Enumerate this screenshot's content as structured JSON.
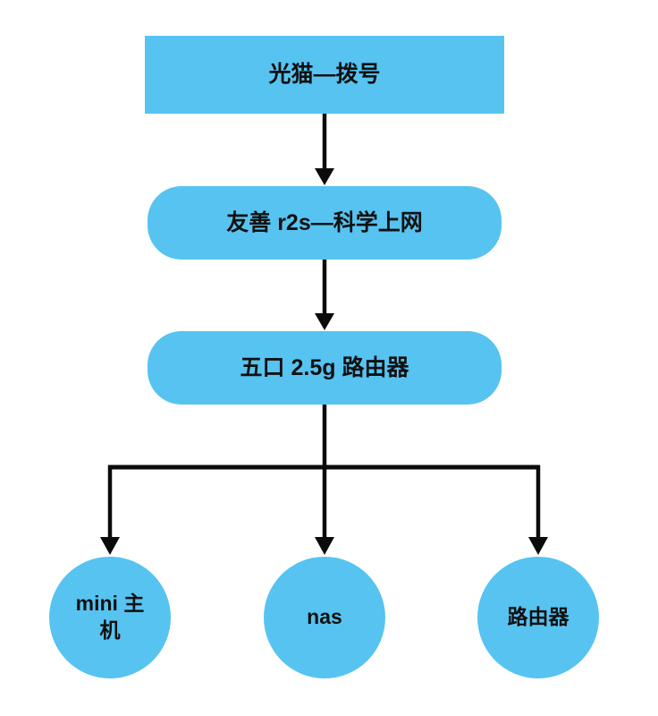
{
  "page": {
    "background": "#ffffff"
  },
  "diagram": {
    "type": "flowchart",
    "node_fill": "#57c3f1",
    "connector_color": "#0b0b0b",
    "text_color": "#111111",
    "nodes": {
      "modem": {
        "label": "光猫—拨号",
        "shape": "rectangle"
      },
      "r2s": {
        "label": "友善 r2s—科学上网",
        "shape": "rounded-rectangle"
      },
      "switch5port": {
        "label": "五口 2.5g 路由器",
        "shape": "rounded-rectangle"
      },
      "minipc": {
        "label": "mini 主机",
        "shape": "circle"
      },
      "nas": {
        "label": "nas",
        "shape": "circle"
      },
      "router": {
        "label": "路由器",
        "shape": "circle"
      }
    },
    "edges": [
      {
        "from": "modem",
        "to": "r2s",
        "style": "arrow"
      },
      {
        "from": "r2s",
        "to": "switch5port",
        "style": "arrow"
      },
      {
        "from": "switch5port",
        "to": "minipc",
        "style": "arrow"
      },
      {
        "from": "switch5port",
        "to": "nas",
        "style": "arrow"
      },
      {
        "from": "switch5port",
        "to": "router",
        "style": "arrow"
      }
    ]
  }
}
